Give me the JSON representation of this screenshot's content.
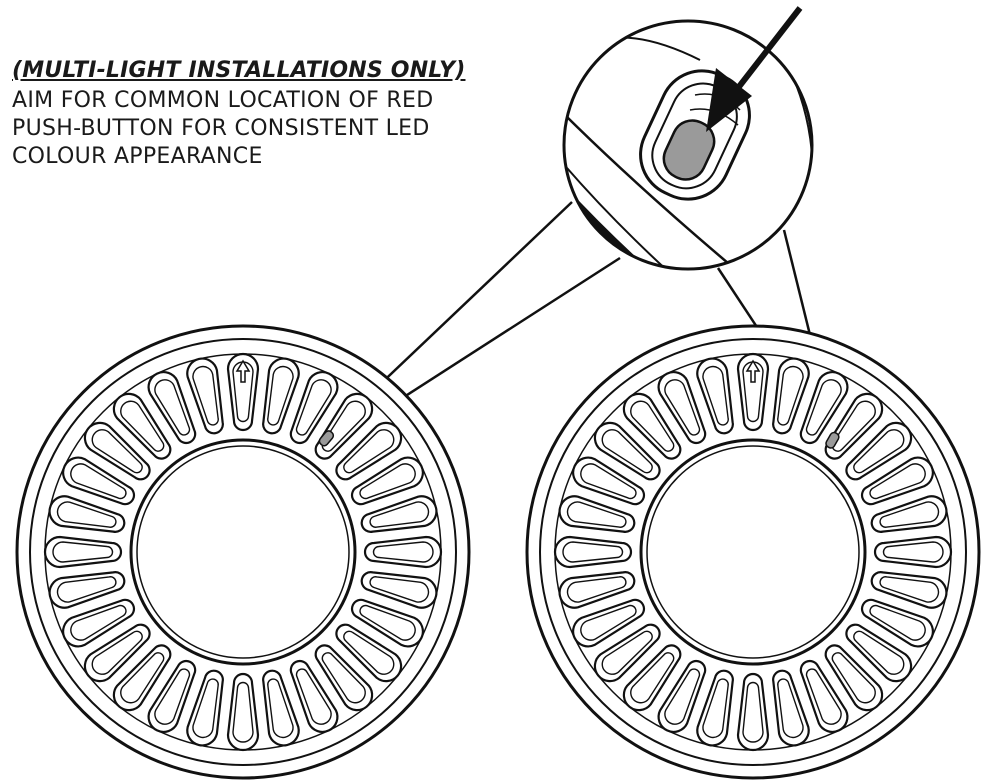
{
  "note": {
    "heading": "(MULTI-LIGHT INSTALLATIONS ONLY)",
    "lines": [
      "AIM FOR COMMON LOCATION OF RED",
      "PUSH-BUTTON FOR CONSISTENT LED",
      "COLOUR APPEARANCE"
    ]
  },
  "diagram": {
    "lights": [
      {
        "name": "left-light-fixture",
        "slot_count": 28
      },
      {
        "name": "right-light-fixture",
        "slot_count": 28
      }
    ],
    "colors": {
      "stroke": "#111111",
      "button_fill": "#9a9a9a",
      "background": "#ffffff"
    },
    "icons": [
      "up-arrow-icon",
      "pointer-arrow-icon",
      "red-push-button-icon",
      "magnifier-callout-icon"
    ]
  }
}
